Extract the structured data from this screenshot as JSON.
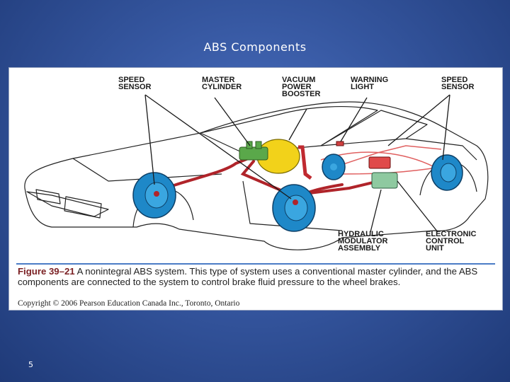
{
  "slide": {
    "title": "ABS Components",
    "page_number": "5"
  },
  "figure": {
    "labels": {
      "speed_sensor_left": "SPEED\nSENSOR",
      "master_cylinder": "MASTER\nCYLINDER",
      "vacuum_power_booster": "VACUUM\nPOWER\nBOOSTER",
      "warning_light": "WARNING\nLIGHT",
      "speed_sensor_right": "SPEED\nSENSOR",
      "hydraulic_modulator_assembly": "HYDRAULIC\nMODULATOR\nASSEMBLY",
      "electronic_control_unit": "ELECTRONIC\nCONTROL\nUNIT"
    },
    "caption": {
      "figure_label": "Figure 39–21",
      "text": "A nonintegral ABS system. This type of system uses a conventional master cylinder, and the ABS components are connected to the system to control brake fluid pressure to the wheel brakes."
    },
    "copyright": "Copyright © 2006 Pearson Education Canada Inc., Toronto, Ontario"
  },
  "colors": {
    "wheel_blue": "#1e88c8",
    "brake_line_red": "#b0242a",
    "master_cylinder_green": "#5aa84a",
    "booster_yellow": "#f2d21a",
    "modulator_green": "#8ec9a0",
    "control_unit_red": "#e04a4a"
  }
}
